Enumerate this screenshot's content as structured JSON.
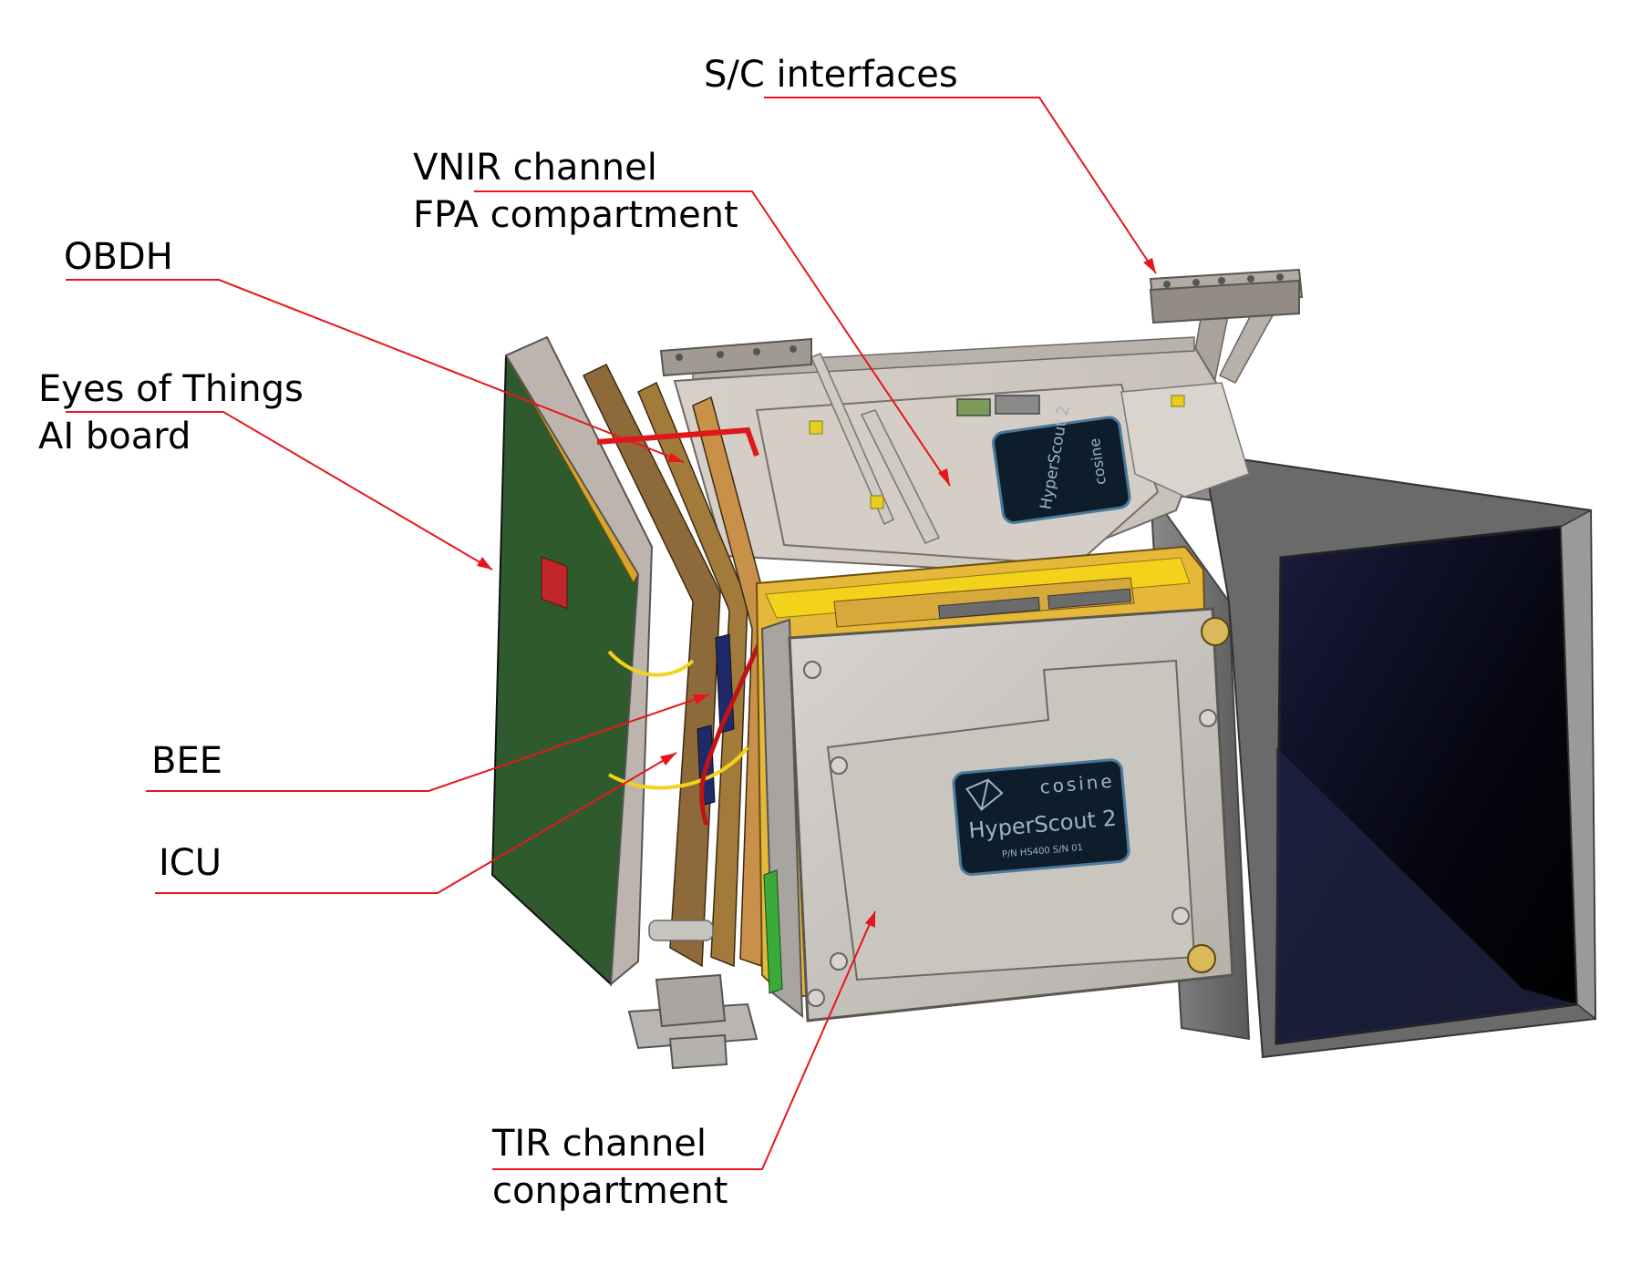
{
  "labels": {
    "sc_interfaces": {
      "lines": [
        "S/C interfaces"
      ]
    },
    "vnir": {
      "lines": [
        "VNIR channel",
        "FPA compartment"
      ]
    },
    "obdh": {
      "lines": [
        "OBDH"
      ]
    },
    "eyes_of_things": {
      "lines": [
        "Eyes of Things",
        "AI board"
      ]
    },
    "bee": {
      "lines": [
        "BEE"
      ]
    },
    "icu": {
      "lines": [
        "ICU"
      ]
    },
    "tir": {
      "lines": [
        "TIR channel",
        "conpartment"
      ]
    }
  },
  "plates": {
    "front_plate": {
      "brand": "cosine",
      "product": "HyperScout 2",
      "part_number": "P/N HS400 S/N 01"
    },
    "top_plate": {
      "brand": "cosine",
      "product": "HyperScout 2"
    }
  },
  "colors": {
    "leader_line": "#e8161b",
    "text": "#000000",
    "housing": "#c2bcb6",
    "baffle": "#5f5f5f",
    "baffle_inner": "#0a0a1c",
    "pcb": "#2e5a2e",
    "gold_frame": "#d9a62a",
    "yellow_gasket": "#f2d21a",
    "plate": "#0e1d2c",
    "plate_text": "#9fb3c4"
  }
}
